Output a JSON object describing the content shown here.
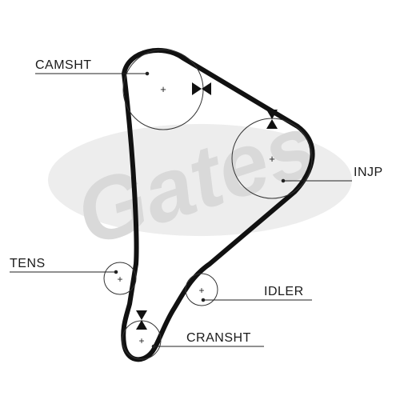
{
  "diagram": {
    "watermark": "Gates",
    "labels": {
      "camshaft": "CAMSHT",
      "injection_pump": "INJP",
      "tensioner": "TENS",
      "idler": "IDLER",
      "crankshaft": "CRANSHT"
    }
  },
  "colors": {
    "belt": "#111111",
    "pulley": "#333333",
    "watermark": "#d9d9d9",
    "text": "#1a1a1a"
  }
}
